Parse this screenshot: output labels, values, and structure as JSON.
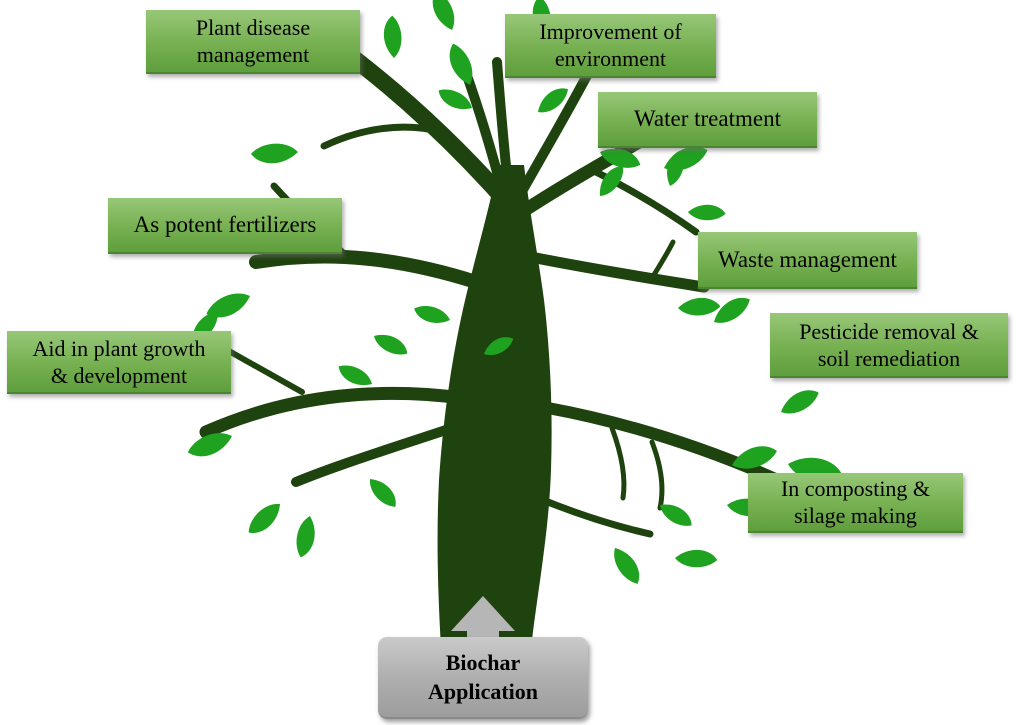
{
  "diagram": {
    "type": "tree-diagram",
    "root_label": "Biochar Application",
    "applications": [
      "Plant disease management",
      "Improvement of environment",
      "Water treatment",
      "As potent fertilizers",
      "Waste management",
      "Aid in plant growth & development",
      "Pesticide removal & soil remediation",
      "In composting & silage making"
    ],
    "colors": {
      "label_box_top": "#97c778",
      "label_box_bottom": "#5f9e3d",
      "label_box_edge": "#4c8530",
      "leaf_green": "#1fa21f",
      "trunk_green": "#1f430f",
      "root_box_gray": "#b6b6b6",
      "text": "#000000"
    }
  }
}
